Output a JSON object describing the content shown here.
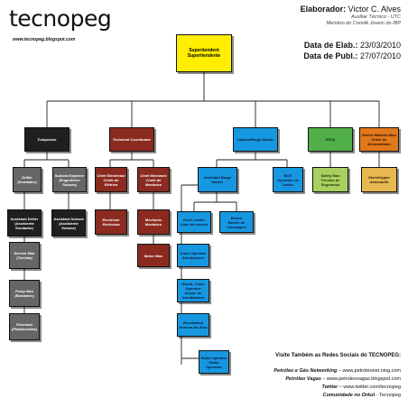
{
  "header": {
    "logo": "tecnopeg",
    "logo_url": "www.tecnopeg.blogspot.com",
    "author_label": "Elaborador:",
    "author_name": "Victor C. Alves",
    "role_1": "Auxiliar Técnico - UTC",
    "role_2": "Membro do Comitê Jovem do IBP",
    "elab_label": "Data de Elab.:",
    "elab_date": "23/03/2010",
    "publ_label": "Data de Publ.:",
    "publ_date": "27/07/2010"
  },
  "org": {
    "superintendent": [
      "Superitendent",
      "Superitendente"
    ],
    "toolpusher": [
      "Toolpusher"
    ],
    "technical_coordinator": [
      "Technical Coordinator"
    ],
    "captain": [
      "Captain/Barge Master"
    ],
    "rsta": [
      "RSTA"
    ],
    "senior_materials": [
      "Senior Material Man",
      "Chefe de Almoxarifado"
    ],
    "driller": [
      "Driller",
      "(Sondador)"
    ],
    "subsea_engineer": [
      "Subsea Engineer",
      "(Engenheiro Subsea)"
    ],
    "chief_electrician": [
      "Chief Electrician",
      "Chefe de Elétrica"
    ],
    "chief_mechanic": [
      "Chief Mechanic",
      "Chefe de Mecânica"
    ],
    "assistant_barge_master": [
      "Assistant Barge Master"
    ],
    "bos": [
      "BOS",
      "Operador de Lastro"
    ],
    "safety_man": [
      "Safety Man",
      "Técnico de Segurança"
    ],
    "storekeeper": [
      "StoreKepper",
      "Almoxarife"
    ],
    "assistant_driller": [
      "Assistant Driller",
      "(Assistente Sondador)"
    ],
    "assistant_subsea": [
      "Assistant Subsea",
      "(Assistente Subsea)"
    ],
    "electricians": [
      "Electrican",
      "Eletricista"
    ],
    "mechanic": [
      "Mechanic",
      "Mecânico"
    ],
    "deck_leader": [
      "Deck Leader",
      "Líder de convés"
    ],
    "bosun": [
      "Bosun",
      "Mestre de Cabotagem"
    ],
    "derrick_man": [
      "Derrick Man",
      "(Torrista)"
    ],
    "motor_man": [
      "Motor Man"
    ],
    "crane_operator": [
      "Crane Operator",
      "Guindasteiro"
    ],
    "pump_man": [
      "Pump Man",
      "(Bombeiro)"
    ],
    "assist_crane_operator": [
      "Assist. Crane Operator",
      "Assist. de Guindasteiro"
    ],
    "floorman": [
      "Floorman",
      "(Plataformista)"
    ],
    "roustabout": [
      "Roustabout",
      "Homem-de-Área"
    ],
    "radio_operator": [
      "Radio Operator",
      "Rádio Operador"
    ]
  },
  "social": {
    "title": "Visite Também as Redes Sociais do TECNOPEG:",
    "lines": [
      {
        "label": "Petróleo e Gás Networking",
        "text": " – www.petroleonet.ning.com"
      },
      {
        "label": "Petróleo Vagas",
        "text": " – www.petroleovagas.blogspot.com"
      },
      {
        "label": "Twitter",
        "text": " – www.twitter.com/tecnopeg"
      },
      {
        "label": "Comunidade no Orkut",
        "text": " - Tecnopeg"
      }
    ]
  },
  "colors": {
    "superintendent": "#ffee00",
    "operations": "#1f1f1f",
    "technical": "#8b2a1f",
    "marine": "#1797e0",
    "safety": "#52b04a",
    "materials": "#e2781c",
    "drilling_crew": "#666666",
    "safety_crew": "#a8d060",
    "materials_crew": "#e7b850"
  }
}
